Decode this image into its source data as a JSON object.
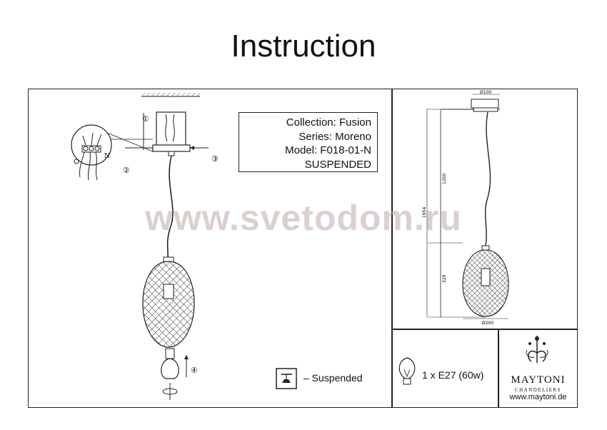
{
  "title": "Instruction",
  "watermark": "www.svetodom.ru",
  "info": {
    "collection": "Collection: Fusion",
    "series": "Series: Moreno",
    "model": "Model: F018-01-N",
    "type": "SUSPENDED"
  },
  "steps": [
    "①",
    "②",
    "③",
    "④"
  ],
  "wiring_label": "N",
  "dimensions": {
    "canopy_width": "Ø100",
    "total_height": "1954",
    "cord_length": "1200",
    "shade_height": "329",
    "shade_width": "Ø200"
  },
  "legend": {
    "suspended": "– Suspended"
  },
  "bulb": {
    "spec": "1 x E27 (60w)"
  },
  "brand": {
    "name": "MAYTONI",
    "sub": "CHANDELIERS",
    "url": "www.maytoni.de"
  }
}
